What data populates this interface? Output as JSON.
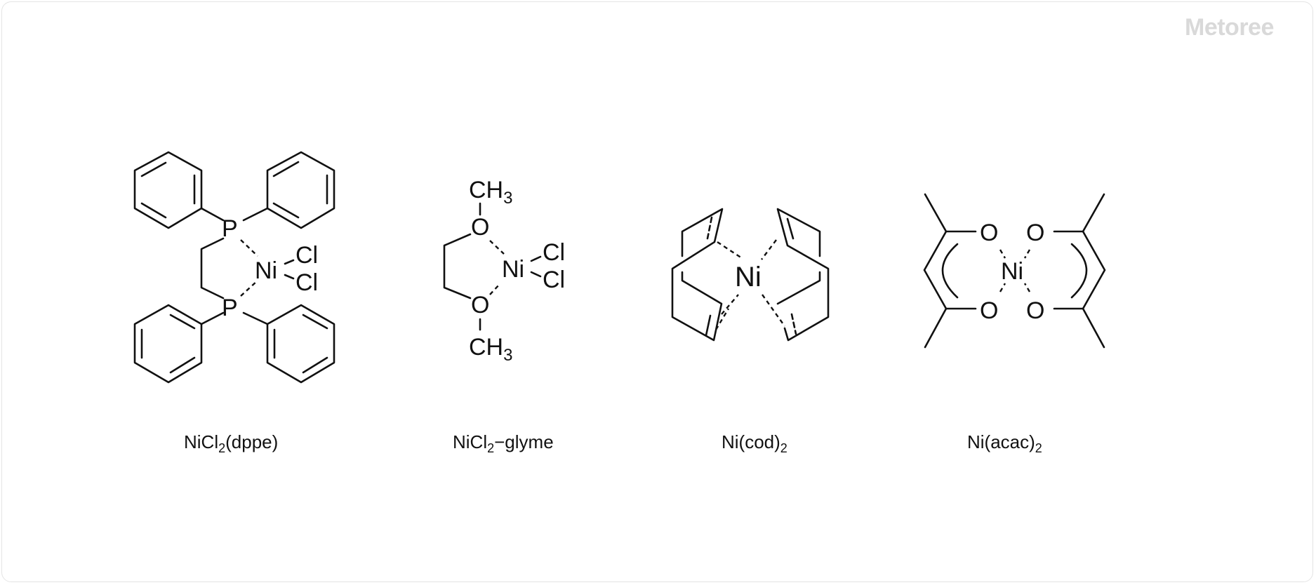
{
  "watermark": "Metoree",
  "compounds": [
    {
      "name": "NiCl2(dppe)",
      "label_main": "NiCl",
      "label_sub": "2",
      "label_tail": "(dppe)",
      "atoms": {
        "metal": "Ni",
        "ligand_atom": "P",
        "halide": "Cl"
      }
    },
    {
      "name": "NiCl2-glyme",
      "label_main": "NiCl",
      "label_sub": "2",
      "label_tail": "−glyme",
      "atoms": {
        "metal": "Ni",
        "ligand_atom": "O",
        "halide": "Cl",
        "methyl": "CH",
        "methyl_sub": "3"
      }
    },
    {
      "name": "Ni(cod)2",
      "label_main": "Ni(cod)",
      "label_sub": "2",
      "label_tail": "",
      "atoms": {
        "metal": "Ni"
      }
    },
    {
      "name": "Ni(acac)2",
      "label_main": "Ni(acac)",
      "label_sub": "2",
      "label_tail": "",
      "atoms": {
        "metal": "Ni",
        "ligand_atom": "O"
      }
    }
  ]
}
